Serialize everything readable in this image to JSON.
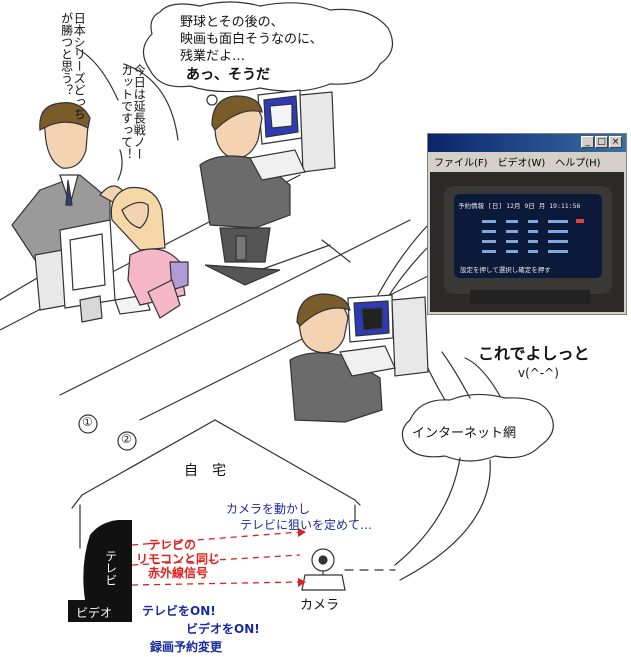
{
  "bubbles": {
    "thought_lines": [
      "野球とその後の、",
      "映画も面白そうなのに、",
      "残業だよ…"
    ],
    "thought_exclaim": "あっ、そうだ",
    "left_man": "日本シリーズどっちが勝つと思う？",
    "woman": "今日は延長戦ノーカットですって！"
  },
  "window": {
    "menu": [
      "ファイル(F)",
      "ビデオ(W)",
      "ヘルプ(H)"
    ],
    "tv_header": "予約情報 [日] 12月 9日 月 19:11:56",
    "tv_footer": "設定を押して選択し確定を押す"
  },
  "labels": {
    "done": "これでよしっと",
    "face": "v(^-^)",
    "internet": "インターネット網",
    "num1": "①",
    "num2": "②",
    "home": "自　宅",
    "camera_move_1": "カメラを動かし",
    "camera_move_2": "テレビに狙いを定めて…",
    "tv": "テレビ",
    "video": "ビデオ",
    "remote_1": "テレビの",
    "remote_2": "リモコンと同じ",
    "remote_3": "赤外線信号",
    "camera": "カメラ",
    "action_1": "テレビをON!",
    "action_2": "ビデオをON!",
    "action_3": "録画予約変更"
  },
  "colors": {
    "ink": "#222222",
    "red": "#e0201c",
    "blue": "#1a2aa0",
    "navy": "#0a246a"
  }
}
